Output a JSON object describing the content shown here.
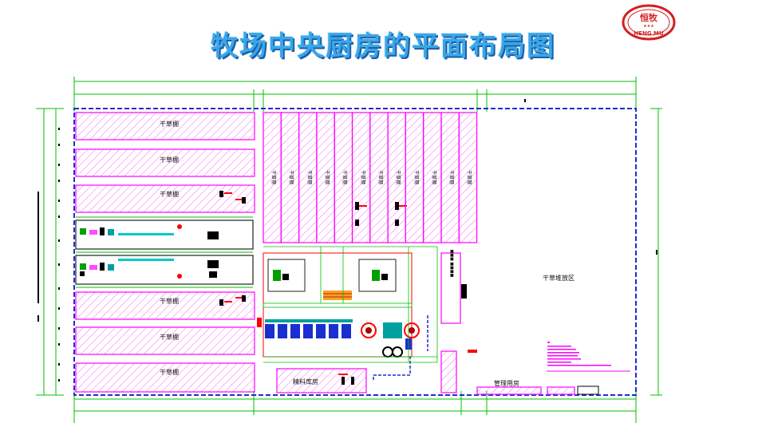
{
  "title": "牧场中央厨房的平面布局图",
  "logo": {
    "cn": "恒牧",
    "en": "HENG MU",
    "stars": "★★★"
  },
  "labels": {
    "hay_shed": "干草棚",
    "hay_stack_area": "干草堆放区",
    "feed_warehouse": "精料库房",
    "management_room": "管理用房"
  },
  "left_sheds_top": [
    "干草棚",
    "干草棚",
    "干草棚"
  ],
  "left_sheds_bottom": [
    "干草棚",
    "干草棚",
    "干草棚"
  ],
  "vertical_sheds": [
    "干草棚",
    "干草棚",
    "干草棚",
    "干草棚",
    "干草棚",
    "干草棚",
    "干草棚",
    "干草棚",
    "干草棚",
    "干草棚",
    "干草棚",
    "干草棚"
  ],
  "colors": {
    "title": "#3aa7e8",
    "magenta": "#ff00ff",
    "boundary": "#1a2fd0",
    "dimension": "#00c000",
    "red": "#ff0000",
    "cyan": "#00c8c8"
  }
}
